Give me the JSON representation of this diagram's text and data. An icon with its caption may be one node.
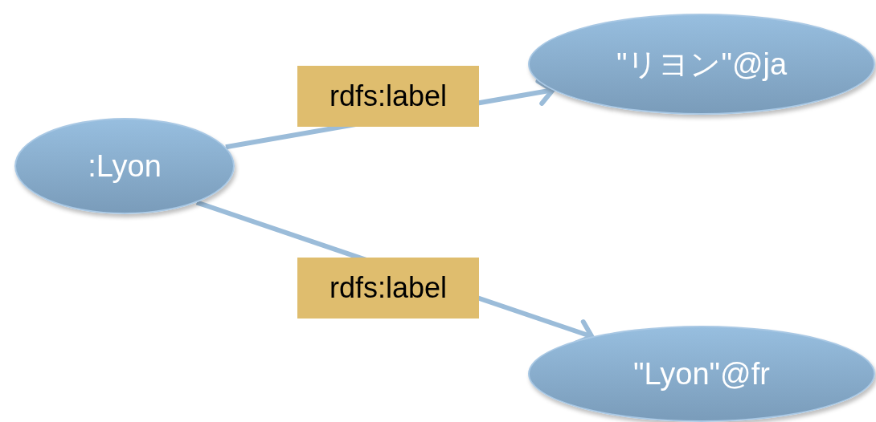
{
  "diagram": {
    "nodes": [
      {
        "text": [
          ":Lyon"
        ]
      },
      {
        "text": [
          "\"リヨン\"@ja"
        ]
      },
      {
        "text": [
          "\"Lyon\"@fr"
        ]
      }
    ],
    "edges": [
      {
        "from": 0,
        "to": 1,
        "arrow": "to",
        "label": "rdfs:label"
      },
      {
        "from": 0,
        "to": 2,
        "arrow": "to",
        "label": "rdfs:label"
      }
    ]
  }
}
